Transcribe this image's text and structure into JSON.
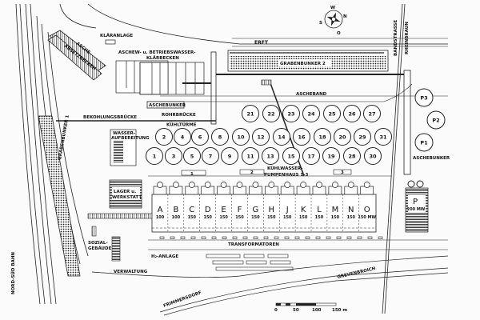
{
  "compass": {
    "n": "N",
    "s": "S",
    "w": "W",
    "o": "O"
  },
  "labels": {
    "erft": "ERFT",
    "grabenbunker2": "GRABENBUNKER 2",
    "grabenbunker1": "GRABENBUNKER 1",
    "bandstrasse": "BANDSTRASSE",
    "rheinbraun": "RHEINBRAUN",
    "ascheband": "ASCHEBAND",
    "klaeranlage": "KLÄRANLAGE",
    "klaerbecken_1": "ASCHEW- u. BETRIEBSWASSER-",
    "klaerbecken_2": "KLÄRBECKEN",
    "asche": "ASCHE-",
    "absetzbecken": "ABSETZBECKEN",
    "aschebunker_left": "ASCHEBUNKER",
    "aschebunker_right": "ASCHEBUNKER",
    "rohrbruecke": "ROHRBRÜCKE",
    "bekohlungsbruecke": "BEKOHLUNGSBRÜCKE",
    "kuehltuerme": "KÜHLTÜRME",
    "wasser_1": "WASSER-",
    "wasser_2": "AUFBEREITUNG",
    "lager_1": "LAGER u.",
    "lager_2": "WERKSTATT",
    "pumpenhaus_1": "KÜHLWASSER-",
    "pumpenhaus_2": "PUMPENHAUS 1-3",
    "pump_1": "1",
    "pump_2": "2",
    "pump_3": "3",
    "sozial_1": "SOZIAL-",
    "sozial_2": "GEBÄUDE",
    "verwaltung": "VERWALTUNG",
    "h2anlage": "H₂-ANLAGE",
    "transformatoren": "TRANSFORMATOREN",
    "nordsuedbahn": "NORD-SÜD BAHN",
    "frimmersdorf": "FRIMMERSDORF",
    "grevenbroich": "GREVENBROICH"
  },
  "cooling_towers": [
    {
      "id": "21"
    },
    {
      "id": "22"
    },
    {
      "id": "23"
    },
    {
      "id": "24"
    },
    {
      "id": "25"
    },
    {
      "id": "26"
    },
    {
      "id": "27"
    },
    {
      "id": "2"
    },
    {
      "id": "4"
    },
    {
      "id": "6"
    },
    {
      "id": "8"
    },
    {
      "id": "10"
    },
    {
      "id": "12"
    },
    {
      "id": "14"
    },
    {
      "id": "16"
    },
    {
      "id": "18"
    },
    {
      "id": "20"
    },
    {
      "id": "29"
    },
    {
      "id": "31"
    },
    {
      "id": "1"
    },
    {
      "id": "3"
    },
    {
      "id": "5"
    },
    {
      "id": "7"
    },
    {
      "id": "9"
    },
    {
      "id": "11"
    },
    {
      "id": "13"
    },
    {
      "id": "15"
    },
    {
      "id": "17"
    },
    {
      "id": "19"
    },
    {
      "id": "28"
    },
    {
      "id": "30"
    }
  ],
  "ponds": [
    {
      "id": "P3"
    },
    {
      "id": "P2"
    },
    {
      "id": "P1"
    }
  ],
  "units": [
    {
      "letter": "A",
      "mw": "100"
    },
    {
      "letter": "B",
      "mw": "100"
    },
    {
      "letter": "C",
      "mw": "150"
    },
    {
      "letter": "D",
      "mw": "150"
    },
    {
      "letter": "E",
      "mw": "150"
    },
    {
      "letter": "F",
      "mw": "150"
    },
    {
      "letter": "G",
      "mw": "150"
    },
    {
      "letter": "H",
      "mw": "150"
    },
    {
      "letter": "J",
      "mw": "150"
    },
    {
      "letter": "K",
      "mw": "150"
    },
    {
      "letter": "L",
      "mw": "150"
    },
    {
      "letter": "M",
      "mw": "150"
    },
    {
      "letter": "N",
      "mw": "150"
    },
    {
      "letter": "O",
      "mw": "150 MW"
    }
  ],
  "unit_p": {
    "letter": "P",
    "mw": "200 MW"
  },
  "scale": {
    "ticks": [
      "0",
      "50",
      "100",
      "150 m"
    ]
  }
}
